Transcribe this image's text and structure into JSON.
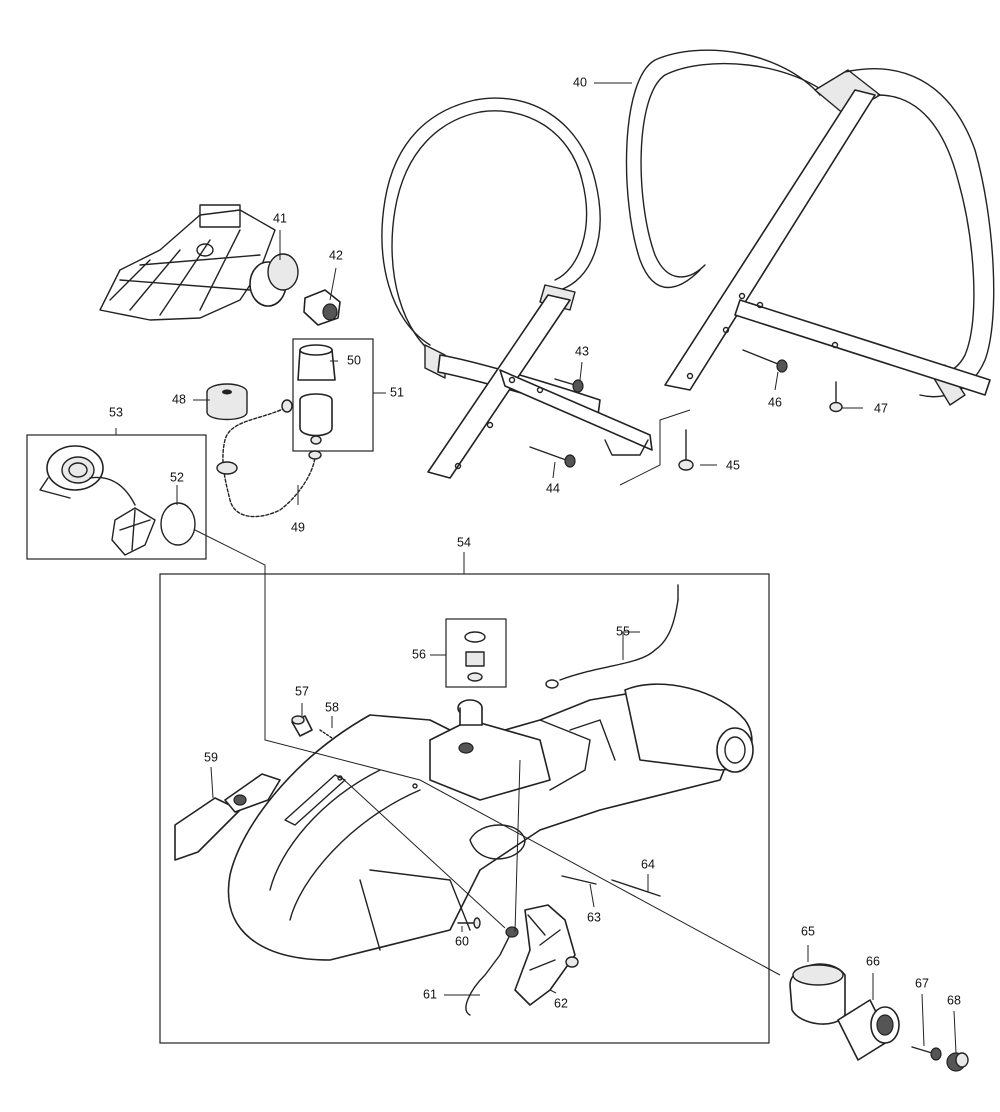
{
  "diagram": {
    "parts": [
      {
        "id": "p40",
        "label": "40",
        "name": "front-handle-bar"
      },
      {
        "id": "p41",
        "label": "41",
        "name": "part-41"
      },
      {
        "id": "p42",
        "label": "42",
        "name": "part-42"
      },
      {
        "id": "p43",
        "label": "43",
        "name": "screw-43"
      },
      {
        "id": "p44",
        "label": "44",
        "name": "screw-44"
      },
      {
        "id": "p45",
        "label": "45",
        "name": "screw-45"
      },
      {
        "id": "p46",
        "label": "46",
        "name": "screw-46"
      },
      {
        "id": "p47",
        "label": "47",
        "name": "screw-47"
      },
      {
        "id": "p48",
        "label": "48",
        "name": "filter-48"
      },
      {
        "id": "p49",
        "label": "49",
        "name": "hose-49"
      },
      {
        "id": "p50",
        "label": "50",
        "name": "part-50"
      },
      {
        "id": "p51",
        "label": "51",
        "name": "assembly-51"
      },
      {
        "id": "p52",
        "label": "52",
        "name": "ring-52"
      },
      {
        "id": "p53",
        "label": "53",
        "name": "cap-assembly-53"
      },
      {
        "id": "p54",
        "label": "54",
        "name": "housing-assembly-54"
      },
      {
        "id": "p55",
        "label": "55",
        "name": "cable-55"
      },
      {
        "id": "p56",
        "label": "56",
        "name": "kit-56"
      },
      {
        "id": "p57",
        "label": "57",
        "name": "part-57"
      },
      {
        "id": "p58",
        "label": "58",
        "name": "spring-58"
      },
      {
        "id": "p59",
        "label": "59",
        "name": "part-59"
      },
      {
        "id": "p60",
        "label": "60",
        "name": "screw-60"
      },
      {
        "id": "p61",
        "label": "61",
        "name": "spring-61"
      },
      {
        "id": "p62",
        "label": "62",
        "name": "lever-62"
      },
      {
        "id": "p63",
        "label": "63",
        "name": "pin-63"
      },
      {
        "id": "p64",
        "label": "64",
        "name": "pin-64"
      },
      {
        "id": "p65",
        "label": "65",
        "name": "part-65"
      },
      {
        "id": "p66",
        "label": "66",
        "name": "part-66"
      },
      {
        "id": "p67",
        "label": "67",
        "name": "screw-67"
      },
      {
        "id": "p68",
        "label": "68",
        "name": "cap-68"
      }
    ]
  }
}
